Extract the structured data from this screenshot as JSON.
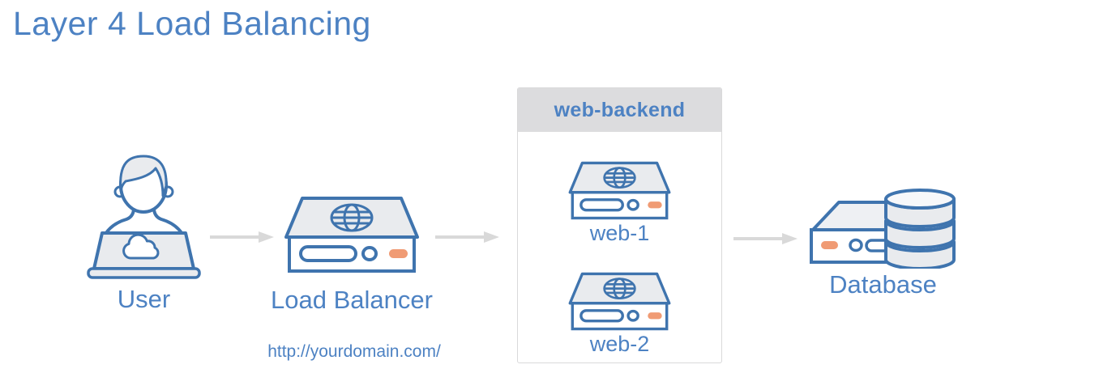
{
  "title": "Layer 4 Load Balancing",
  "diagram": {
    "user": {
      "label": "User",
      "icon": "user-at-laptop-icon"
    },
    "load_balancer": {
      "label": "Load Balancer",
      "url": "http://yourdomain.com/",
      "icon": "server-globe-icon"
    },
    "backend": {
      "label": "web-backend",
      "servers": [
        {
          "label": "web-1",
          "icon": "server-globe-icon"
        },
        {
          "label": "web-2",
          "icon": "server-globe-icon"
        }
      ]
    },
    "database": {
      "label": "Database",
      "icon": "database-server-icon"
    },
    "arrows": [
      {
        "name": "user-to-load-balancer",
        "direction": "right"
      },
      {
        "name": "load-balancer-to-backend",
        "direction": "right"
      },
      {
        "name": "backend-to-database",
        "direction": "right"
      }
    ]
  },
  "colors": {
    "accent_blue_text": "#4d82c3",
    "icon_stroke_blue": "#3f74ae",
    "icon_fill_gray": "#e9ebee",
    "led_orange": "#f09b74",
    "arrow_gray": "#d9d9d9",
    "group_header_bg": "#dcdcde",
    "group_border": "#d9d9da"
  }
}
